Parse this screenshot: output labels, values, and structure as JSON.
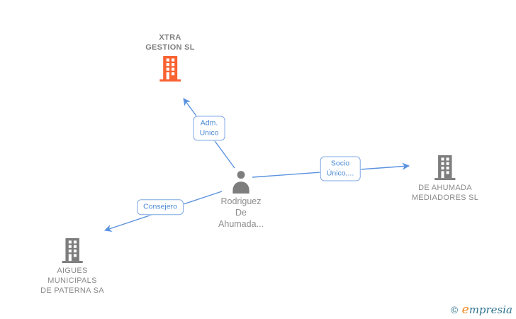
{
  "diagram": {
    "type": "corporate-relations-graph",
    "colors": {
      "edge_blue": "#5b92e0",
      "label_border_blue": "#7fa8e6",
      "label_text_blue": "#4a8ad4",
      "company_text_gray": "#8a8a8a",
      "icon_gray": "#7d7d7d",
      "icon_orange": "#f96332"
    },
    "nodes": {
      "xtra": {
        "type": "company",
        "icon": "building-icon",
        "icon_color": "#f96332",
        "name_lines": [
          "XTRA",
          "GESTION SL"
        ]
      },
      "person": {
        "type": "person",
        "icon": "person-icon",
        "icon_color": "#7d7d7d",
        "name_lines": [
          "Rodriguez",
          "De",
          "Ahumada..."
        ]
      },
      "mediadores": {
        "type": "company",
        "icon": "building-icon",
        "icon_color": "#7d7d7d",
        "name_lines": [
          "DE AHUMADA",
          "MEDIADORES SL"
        ]
      },
      "aigues": {
        "type": "company",
        "icon": "building-icon",
        "icon_color": "#7d7d7d",
        "name_lines": [
          "AIGUES",
          "MUNICIPALS",
          "DE PATERNA SA"
        ]
      }
    },
    "edges": {
      "adm_unico": {
        "from": "person",
        "to": "xtra",
        "label_lines": [
          "Adm.",
          "Unico"
        ]
      },
      "socio_unico": {
        "from": "person",
        "to": "mediadores",
        "label_lines": [
          "Socio",
          "Único,..."
        ]
      },
      "consejero": {
        "from": "person",
        "to": "aigues",
        "label_lines": [
          "Consejero"
        ]
      }
    }
  },
  "watermark": {
    "copyright": "©",
    "brand_first_letter": "e",
    "brand_rest": "mpresia"
  }
}
